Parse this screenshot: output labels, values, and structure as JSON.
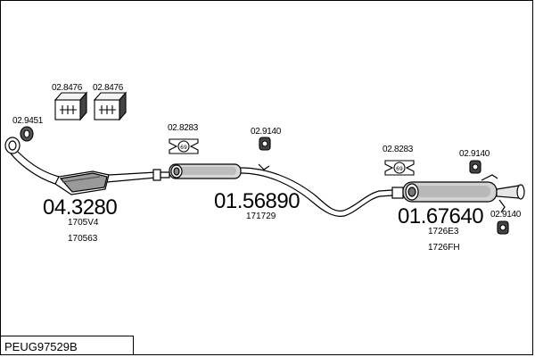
{
  "diagram_code": "PEUG97529B",
  "parts": [
    {
      "id": "p1",
      "number": "02.8476"
    },
    {
      "id": "p2",
      "number": "02.8476"
    },
    {
      "id": "p3",
      "number": "02.9451"
    },
    {
      "id": "p4",
      "number": "02.8283"
    },
    {
      "id": "p5",
      "number": "02.9140"
    },
    {
      "id": "p6",
      "number": "02.8283"
    },
    {
      "id": "p7",
      "number": "02.9140"
    },
    {
      "id": "p8",
      "number": "02.9140"
    }
  ],
  "assemblies": [
    {
      "number": "04.3280",
      "refs": [
        "1705V4",
        "170563"
      ]
    },
    {
      "number": "01.56890",
      "refs": [
        "171729"
      ]
    },
    {
      "number": "01.67640",
      "refs": [
        "1726E3",
        "1726FH"
      ]
    }
  ],
  "colors": {
    "line": "#000000",
    "background": "#ffffff"
  }
}
